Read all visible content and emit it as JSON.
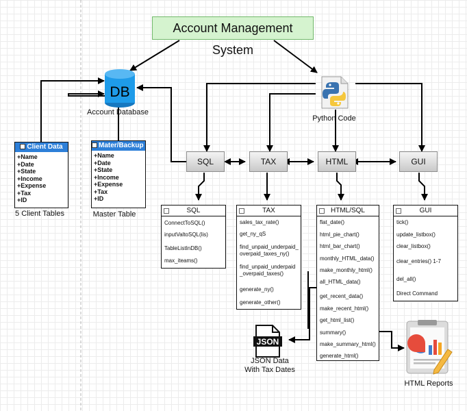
{
  "title": "Account Management System",
  "account_database": {
    "icon_text": "DB",
    "label": "Account Database"
  },
  "python": {
    "label": "Python Code"
  },
  "modules": {
    "sql": "SQL",
    "tax": "TAX",
    "html": "HTML",
    "gui": "GUI"
  },
  "client_table": {
    "header": "Client Data",
    "fields": [
      "+Name",
      "+Date",
      "+State",
      "+Income",
      "+Expense",
      "+Tax",
      "+ID"
    ],
    "caption": "5 Client Tables"
  },
  "master_table": {
    "header": "Mater/Backup data",
    "fields": [
      "+Name",
      "+Date",
      "+State",
      "+Income",
      "+Expense",
      "+Tax",
      "+ID"
    ],
    "caption": "Master Table"
  },
  "function_boxes": {
    "sql": {
      "header": "SQL",
      "items": [
        "ConnectToSQL()",
        "inputValtoSQL(lis)",
        "TableListInDB()",
        "max_iteams()"
      ]
    },
    "tax": {
      "header": "TAX",
      "items": [
        "sales_tax_rate()",
        "get_ny_qS",
        "find_unpaid_underpaid_",
        "overpaid_taxes_ny()",
        "find_unpaid_underpaid",
        "_overpaid_taxes()",
        "generate_ny()",
        "generate_other()"
      ]
    },
    "html": {
      "header": "HTML/SQL",
      "items": [
        "flat_date()",
        "html_pie_chart()",
        "html_bar_chart()",
        "monthly_HTML_data()",
        "make_monthly_html()",
        "all_HTML_data()",
        "get_recent_data()",
        "make_recent_html()",
        "get_html_list()",
        "summary()",
        "make_summary_html()",
        "generate_html()"
      ]
    },
    "gui": {
      "header": "GUI",
      "items": [
        "tick()",
        "update_listbox()",
        "clear_listbox()",
        "clear_entries() 1-7",
        "del_all()",
        "Direct Command"
      ]
    }
  },
  "json_output": {
    "icon_text": "JSON",
    "label_line1": "JSON Data",
    "label_line2": "With Tax Dates"
  },
  "html_reports": {
    "label": "HTML Reports"
  },
  "colors": {
    "title_fill": "#d5f3cf",
    "table_header": "#2d7fd8",
    "db_blue": "#1e9be9"
  }
}
